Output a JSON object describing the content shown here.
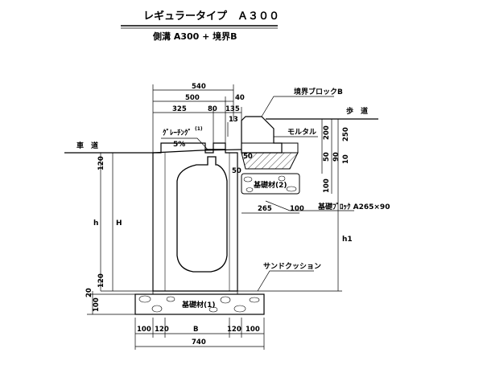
{
  "title": "レギュラータイプ　Ａ３００",
  "subtitle": "側溝 A300 + 境界B",
  "labels": {
    "road": "車　道",
    "sidewalk": "歩　道",
    "boundary_block": "境界ブロックB",
    "grating": "ｸﾞﾚｰﾁﾝｸﾞ",
    "grating_note": "(1)",
    "slope": "5%",
    "mortar": "モルタル",
    "base_material_2": "基礎材(2)",
    "base_block": "基礎ﾌﾞﾛｯｸ A265×90",
    "sand_cushion": "サンドクッション",
    "base_material_1": "基礎材(1)",
    "h": "h",
    "H": "H",
    "h1": "h1"
  },
  "dims": {
    "d540": "540",
    "d500": "500",
    "d40": "40",
    "d325": "325",
    "d80": "80",
    "d135": "135",
    "d13": "13",
    "d120_top": "120",
    "d120_bot": "120",
    "d20": "20",
    "d100_left": "100",
    "d200": "200",
    "d250": "250",
    "d50_v": "50",
    "d90": "90",
    "d10": "10",
    "d50_a": "50",
    "d50_b": "50",
    "d100_v": "100",
    "d265": "265",
    "d100_h": "100",
    "b100_l": "100",
    "b120_l": "120",
    "bB": "B",
    "b120_r": "120",
    "b100_r": "100",
    "d740": "740"
  }
}
